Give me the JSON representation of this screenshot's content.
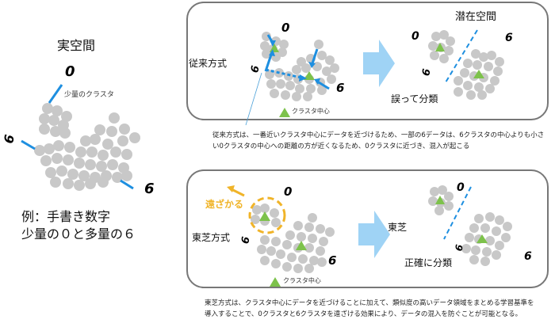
{
  "left_panel": {
    "title": "実空間",
    "minor_cluster_label": "少量のクラスタ",
    "digits": [
      "0",
      "6",
      "6"
    ],
    "example_line1": "例：手書き数字",
    "example_line2": "少量の０と多量の６"
  },
  "top_panel": {
    "method_label": "従来方式",
    "legend_label": "クラスタ中心",
    "latent_title": "潜在空間",
    "result_label": "誤って分類",
    "caption_line1": "従来方式は、一番近いクラスタ中心にデータを近づけるため、一部の6データは、6クラスタの中心よりも小さ",
    "caption_line2": "い0クラスタの中心への距離の方が近くなるため、0クラスタに近づき、混入が起こる"
  },
  "bottom_panel": {
    "method_label": "東芝方式",
    "push_label": "遠ざかる",
    "legend_label": "クラスタ中心",
    "arrow_label": "東芝",
    "result_label": "正確に分類",
    "caption_line1": "東芝方式は、クラスタ中心にデータを近づけることに加えて、類似度の高いデータ領域をまとめる学習基準を",
    "caption_line2": "導入することで、0クラスタと6クラスタを遠ざける効果により、データの混入を防ぐことが可能となる。"
  },
  "colors": {
    "cluster_gray": "#c8c8c8",
    "center_green": "#7dc24b",
    "arrow_blue": "#1e8fe0",
    "big_arrow": "#9fd3f5",
    "push_orange": "#f0b429",
    "panel_border": "#777777"
  }
}
